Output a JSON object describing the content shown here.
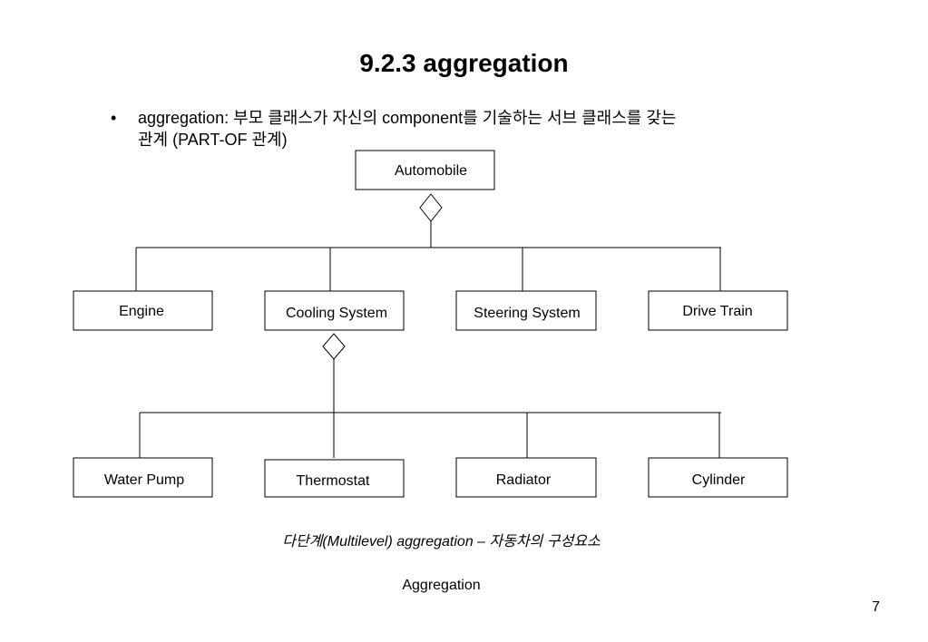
{
  "slide": {
    "title": "9.2.3 aggregation",
    "bullet": {
      "marker": "•",
      "line1": "aggregation: 부모 클래스가 자신의 component를 기술하는 서브 클래스를 갖는",
      "line2": "관계 (PART-OF 관계)"
    },
    "diagram": {
      "root": "Automobile",
      "level1": [
        "Engine",
        "Cooling System",
        "Steering System",
        "Drive Train"
      ],
      "level2": [
        "Water Pump",
        "Thermostat",
        "Radiator",
        "Cylinder"
      ]
    },
    "caption": "다단계(Multilevel) aggregation – 자동차의 구성요소",
    "subcaption": "Aggregation",
    "page_number": "7"
  }
}
